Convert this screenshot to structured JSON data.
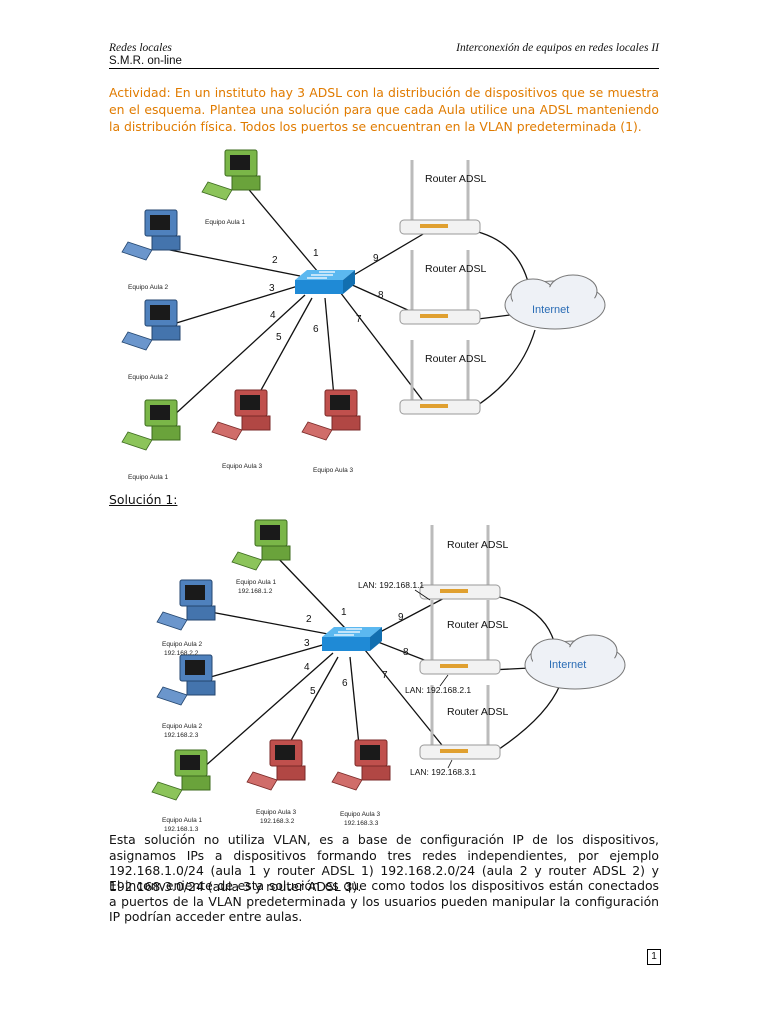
{
  "header": {
    "left_title": "Redes locales",
    "left_subtitle": "S.M.R. on-line",
    "right_title": "Interconexión de equipos en redes locales II"
  },
  "activity_text": "Actividad: En un instituto hay 3 ADSL con la distribución de dispositivos que se muestra en el esquema. Plantea una solución para que cada Aula utilice una ADSL manteniendo la distribución física. Todos los puertos se encuentran en la VLAN predeterminada (1).",
  "diagram1": {
    "pcs": [
      "Equipo Aula 1",
      "Equipo Aula 2",
      "Equipo Aula 2",
      "Equipo Aula 1",
      "Equipo Aula 3",
      "Equipo Aula 3"
    ],
    "ports": [
      "1",
      "2",
      "3",
      "4",
      "5",
      "6",
      "7",
      "8",
      "9"
    ],
    "routers": [
      "Router ADSL",
      "Router ADSL",
      "Router ADSL"
    ],
    "cloud": "Internet"
  },
  "solution_title": "Solución 1:",
  "diagram2": {
    "pcs": [
      {
        "name": "Equipo Aula 1",
        "ip": "192.168.1.2"
      },
      {
        "name": "Equipo Aula 2",
        "ip": "192.168.2.2"
      },
      {
        "name": "Equipo Aula 2",
        "ip": "192.168.2.3"
      },
      {
        "name": "Equipo Aula 1",
        "ip": "192.168.1.3"
      },
      {
        "name": "Equipo Aula 3",
        "ip": "192.168.3.2"
      },
      {
        "name": "Equipo Aula 3",
        "ip": "192.168.3.3"
      }
    ],
    "ports": [
      "1",
      "2",
      "3",
      "4",
      "5",
      "6",
      "7",
      "8",
      "9"
    ],
    "routers": [
      "Router ADSL",
      "Router ADSL",
      "Router ADSL"
    ],
    "lans": [
      "LAN: 192.168.1.1",
      "LAN: 192.168.2.1",
      "LAN: 192.168.3.1"
    ],
    "cloud": "Internet"
  },
  "paragraph1": "Esta solución no utiliza VLAN, es a base de configuración IP de los dispositivos, asignamos IPs a dispositivos formando tres redes independientes, por ejemplo 192.168.1.0/24 (aula 1 y router ADSL 1) 192.168.2.0/24 (aula 2 y router ADSL 2) y 192.168.3.0/24 (aula 3 y router ADSL 3).",
  "paragraph2": "El inconveniente de esta solución es que como todos los dispositivos están conectados a puertos de la VLAN predeterminada y los usuarios pueden manipular la configuración IP podrían acceder entre aulas.",
  "page_number": "1",
  "colors": {
    "activity": "#e07b00",
    "pc_green": "#7ab648",
    "pc_blue": "#4f81bd",
    "pc_red": "#c0504d",
    "switch": "#1f8ad6",
    "cloud_text": "#2a6cb5"
  }
}
